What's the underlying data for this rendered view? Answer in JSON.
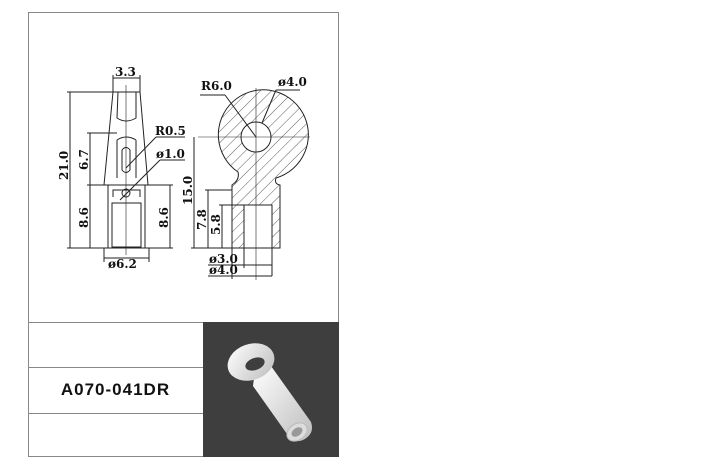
{
  "part_number": "A070-041DR",
  "dimensions": {
    "top_width": "3.3",
    "total_height": "21.0",
    "slot_height": "6.7",
    "lower_height_left": "8.6",
    "lower_height_right": "8.6",
    "tip_radius": "R0.5",
    "hole_diameter": "ø1.0",
    "base_diameter": "ø6.2",
    "ring_radius": "R6.0",
    "ring_hole_diameter": "ø4.0",
    "center_height": "15.0",
    "sleeve_height": "7.8",
    "bore_depth": "5.8",
    "bore_diameter": "ø3.0",
    "sleeve_diameter": "ø4.0"
  },
  "colors": {
    "photo_bg": "#3e3e3e",
    "line": "#222222"
  }
}
